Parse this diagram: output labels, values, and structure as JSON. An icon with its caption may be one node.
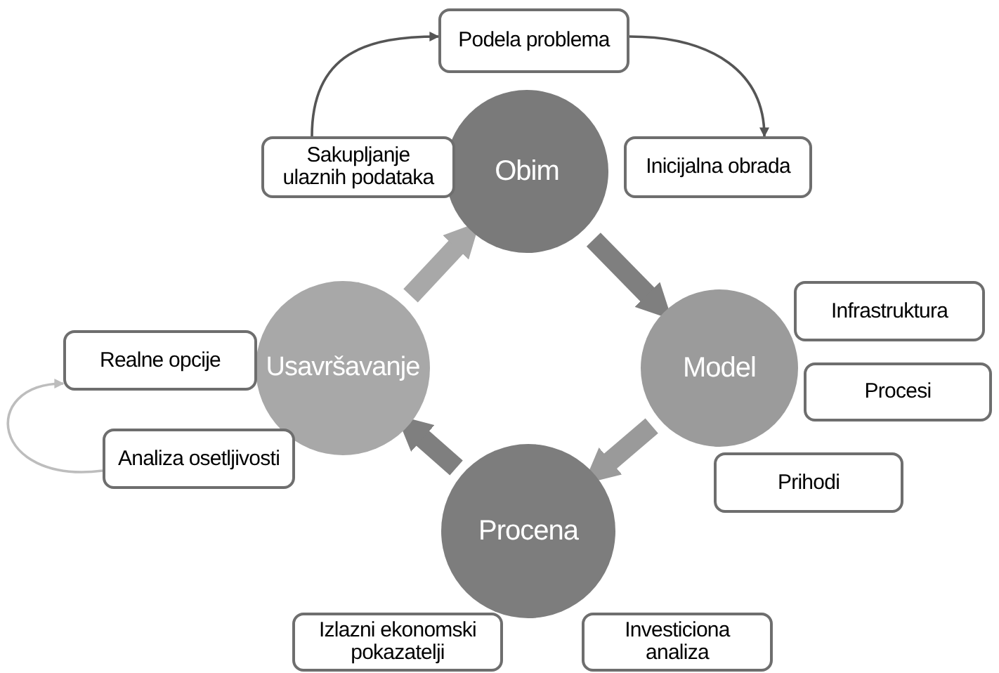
{
  "diagram": {
    "nodes": [
      {
        "text": [
          "Obim"
        ]
      },
      {
        "text": [
          "Podela problema"
        ]
      },
      {
        "text": [
          "Sakupljanje ulaznih podataka"
        ]
      },
      {
        "text": [
          "Inicijalna obrada"
        ]
      },
      {
        "text": [
          "Model"
        ]
      },
      {
        "text": [
          "Infrastruktura"
        ]
      },
      {
        "text": [
          "Procesi"
        ]
      },
      {
        "text": [
          "Prihodi"
        ]
      },
      {
        "text": [
          "Procena"
        ]
      },
      {
        "text": [
          "Izlazni ekonomski pokazatelji"
        ]
      },
      {
        "text": [
          "Investiciona analiza"
        ]
      },
      {
        "text": [
          "Usavršavanje"
        ]
      },
      {
        "text": [
          "Realne opcije"
        ]
      },
      {
        "text": [
          "Analiza osetljivosti"
        ]
      }
    ],
    "edges": [
      {
        "from": 2,
        "to": 1,
        "arrow": "to"
      },
      {
        "from": 1,
        "to": 3,
        "arrow": "to"
      },
      {
        "from": 0,
        "to": 4,
        "arrow": "to",
        "color": "#7f7f7f"
      },
      {
        "from": 4,
        "to": 8,
        "arrow": "to",
        "color": "#9a9a9a"
      },
      {
        "from": 8,
        "to": 11,
        "arrow": "to",
        "color": "#7f7f7f"
      },
      {
        "from": 11,
        "to": 0,
        "arrow": "to",
        "color": "#a8a8a8"
      },
      {
        "from": 13,
        "to": 12,
        "arrow": "to",
        "color": "#bdbdbd"
      }
    ]
  }
}
